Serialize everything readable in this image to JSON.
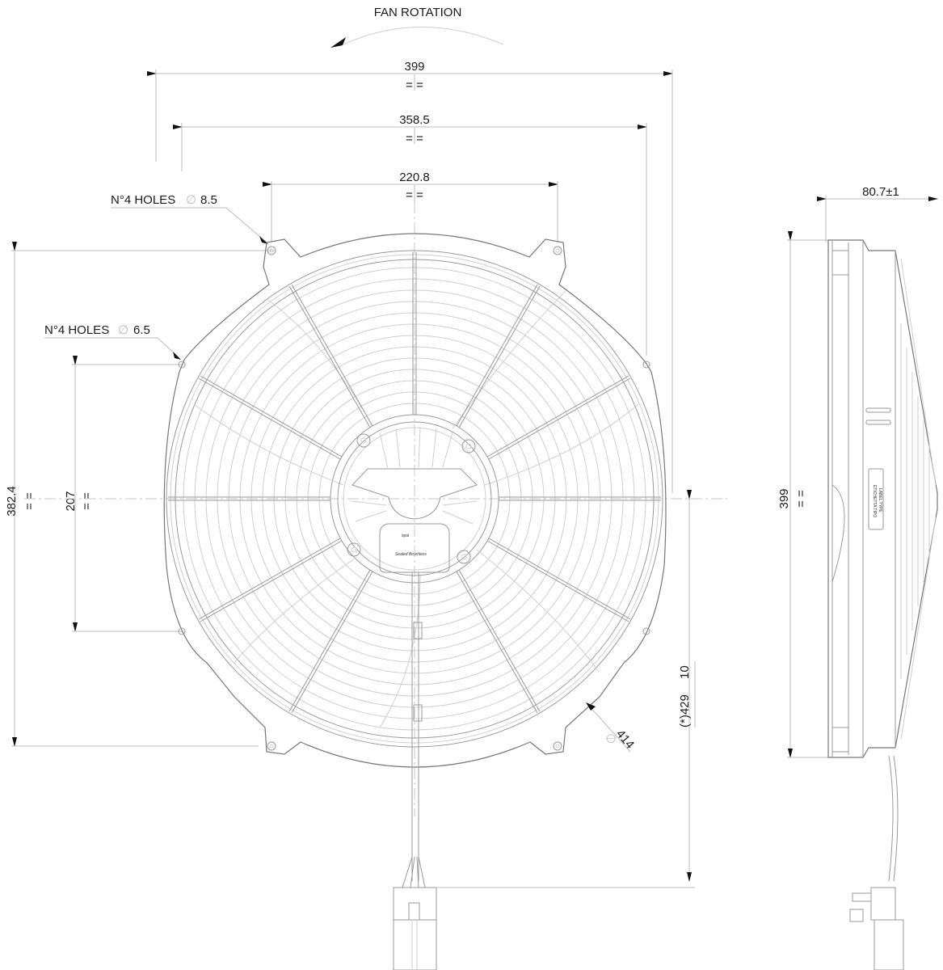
{
  "title": "FAN ROTATION",
  "front_view": {
    "dimensions": {
      "overall_width": "399",
      "overall_width_sym": "= =",
      "mount_span_outer": "358.5",
      "mount_span_outer_sym": "= =",
      "mount_span_inner": "220.8",
      "mount_span_inner_sym": "= =",
      "overall_height": "382.4",
      "overall_height_sym": "= =",
      "inner_height": "207",
      "inner_height_sym": "= =",
      "diameter": "414",
      "diameter_prefix": "∅",
      "cable_length": "(*)429",
      "cable_tolerance": "10"
    },
    "callouts": {
      "holes_large": {
        "label": "N°4 HOLES",
        "symbol": "∅",
        "value": "8.5"
      },
      "holes_small": {
        "label": "N°4 HOLES",
        "symbol": "∅",
        "value": "6.5"
      }
    },
    "motor_labels": {
      "brand": "spal",
      "type": "Sealed Brushless"
    }
  },
  "side_view": {
    "dimensions": {
      "depth": "80.7±1",
      "height": "399",
      "height_sym": "= ="
    },
    "label_area": {
      "line1": "ETICHETTA TIPO",
      "line2": "LABEL TYPE"
    }
  },
  "colors": {
    "line": "#9a9a9a",
    "dimension": "#bdbdbd",
    "text": "#1a1a1a",
    "background": "#ffffff"
  }
}
